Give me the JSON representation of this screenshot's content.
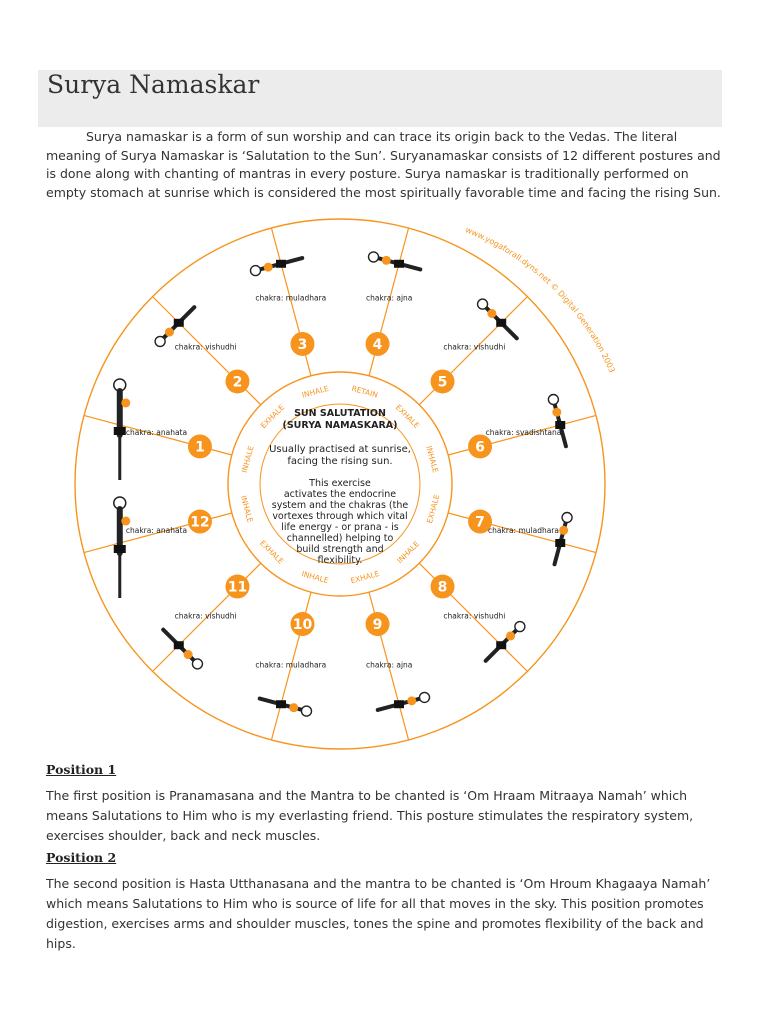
{
  "page": {
    "title": "Surya Namaskar",
    "intro": "Surya namaskar is a form of sun worship and can trace its origin back to the Vedas. The literal meaning of Surya Namaskar is ‘Salutation to the Sun’. Suryanamaskar consists of 12 different postures and is done along with chanting of mantras in every posture. Surya namaskar is traditionally performed on empty stomach at sunrise which is considered the most spiritually favorable time and facing the rising Sun."
  },
  "diagram": {
    "center_title_1": "SUN SALUTATION",
    "center_title_2": "(SURYA NAMASKARA)",
    "center_line_1": "Usually practised at sunrise,",
    "center_line_2": "facing the rising sun.",
    "center_body": [
      "This exercise",
      "activates the endocrine",
      "system and the chakras (the",
      "vortexes through which vital",
      "life energy - or prana - is",
      "channelled) helping to",
      "build strength and",
      "flexibility."
    ],
    "watermark": "www.yogaforall.dyns.net  © Digital Generation 2003",
    "accent_color": "#f7941d",
    "breaths": [
      "INHALE",
      "EXHALE",
      "INHALE",
      "RETAIN",
      "EXHALE",
      "INHALE",
      "EXHALE",
      "INHALE",
      "EXHALE",
      "INHALE",
      "EXHALE",
      "INHALE"
    ],
    "positions": [
      {
        "num": "1",
        "chakra": "chakra: anahata"
      },
      {
        "num": "2",
        "chakra": "chakra: vishudhi"
      },
      {
        "num": "3",
        "chakra": "chakra: muladhara"
      },
      {
        "num": "4",
        "chakra": "chakra: ajna"
      },
      {
        "num": "5",
        "chakra": "chakra: vishudhi"
      },
      {
        "num": "6",
        "chakra": "chakra: svadishtana"
      },
      {
        "num": "7",
        "chakra": "chakra: muladhara"
      },
      {
        "num": "8",
        "chakra": "chakra: vishudhi"
      },
      {
        "num": "9",
        "chakra": "chakra: ajna"
      },
      {
        "num": "10",
        "chakra": "chakra: muladhara"
      },
      {
        "num": "11",
        "chakra": "chakra: vishudhi"
      },
      {
        "num": "12",
        "chakra": "chakra: anahata"
      }
    ]
  },
  "sections": [
    {
      "heading": "Position 1",
      "body": "The first position is Pranamasana and the Mantra to be chanted is ‘Om Hraam Mitraaya Namah’ which means Salutations to Him who is my everlasting friend. This posture stimulates the respiratory system, exercises shoulder, back and neck muscles."
    },
    {
      "heading": "Position 2",
      "body": "The second position is Hasta Utthanasana and the mantra to be chanted is ‘Om Hroum Khagaaya Namah’ which means Salutations to Him who is source of life for all that moves in the sky. This position promotes digestion, exercises arms and shoulder muscles, tones the spine and promotes flexibility of the back and hips."
    }
  ]
}
